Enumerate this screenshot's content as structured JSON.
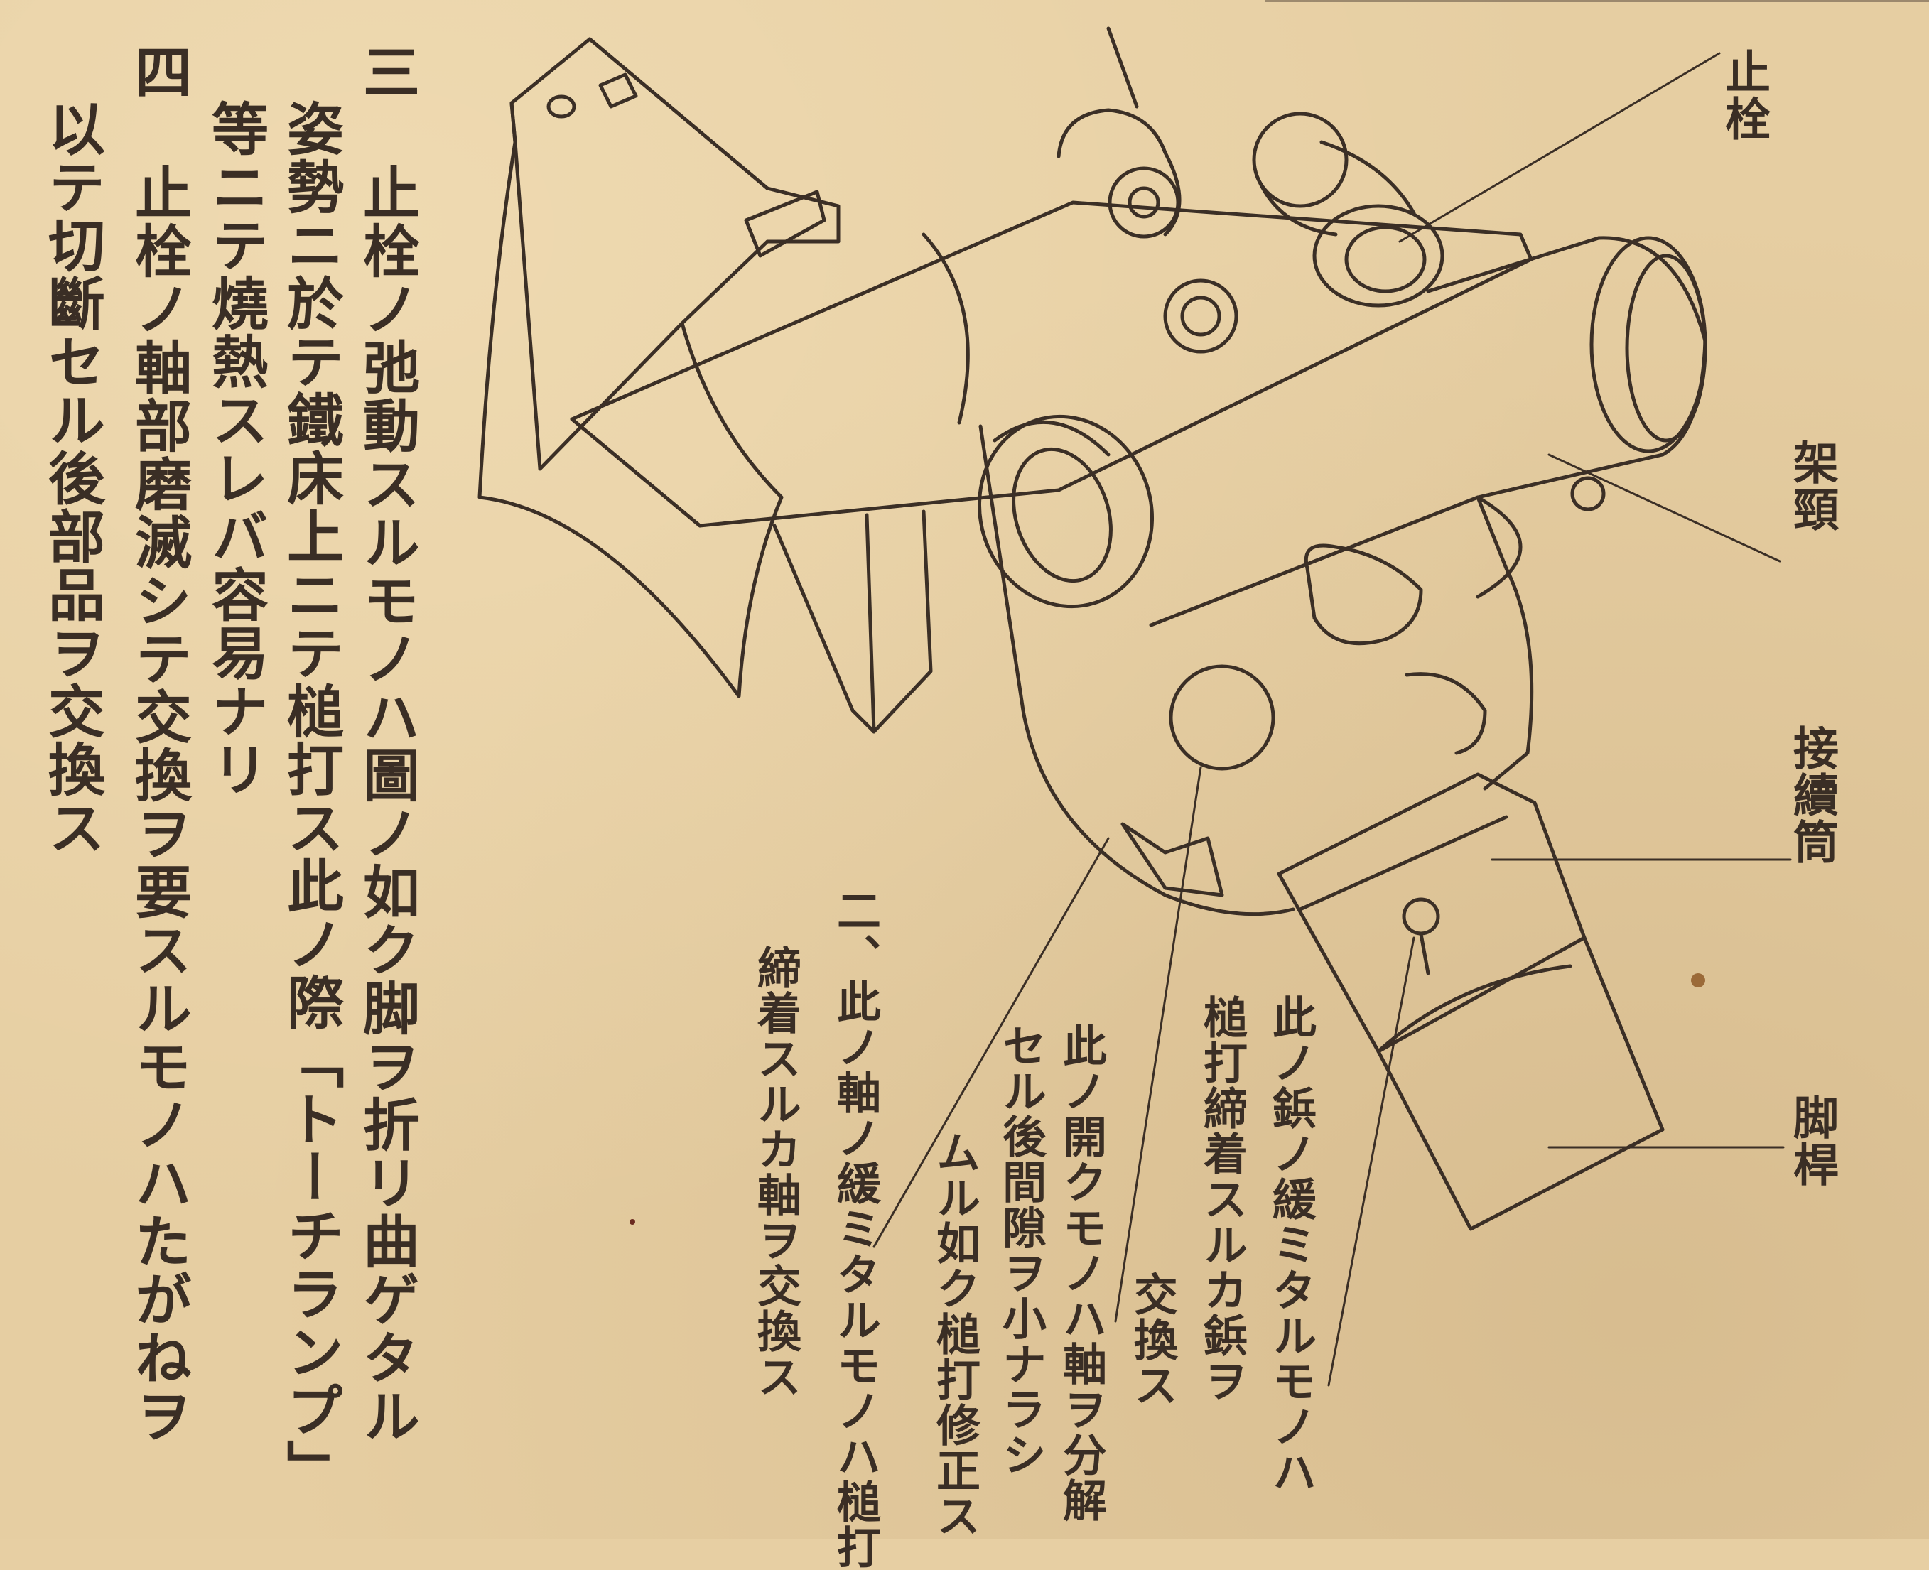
{
  "paragraphs": {
    "p3": {
      "number": "三",
      "line1": "止栓ノ弛動スルモノハ圖ノ如ク脚ヲ折リ曲ゲタル",
      "line2": "姿勢ニ於テ鐵床上ニテ槌打ス此ノ際「トーチランプ」",
      "line3": "等ニテ燒熱スレバ容易ナリ"
    },
    "p4": {
      "number": "四",
      "line1": "止栓ノ軸部磨滅シテ交換ヲ要スルモノハたがねヲ",
      "line2": "以テ切斷セル後部品ヲ交換ス"
    }
  },
  "labels": {
    "stop_pin": "止栓",
    "frame_head": "架頸",
    "connecting_tube": "接續筒",
    "leg_rod": "脚桿"
  },
  "annotations": {
    "rivet": {
      "line1": "此ノ鋲ノ緩ミタルモノハ",
      "line2": "槌打締着スルカ鋲ヲ",
      "line3": "交換ス"
    },
    "gap": {
      "line1": "此ノ開クモノハ軸ヲ分解",
      "line2": "セル後間隙ヲ小ナラシ",
      "line3": "ムル如ク槌打修正ス"
    },
    "axle": {
      "line1": "二、此ノ軸ノ緩ミタルモノハ槌打",
      "line2": "締着スルカ軸ヲ交換ス"
    }
  }
}
